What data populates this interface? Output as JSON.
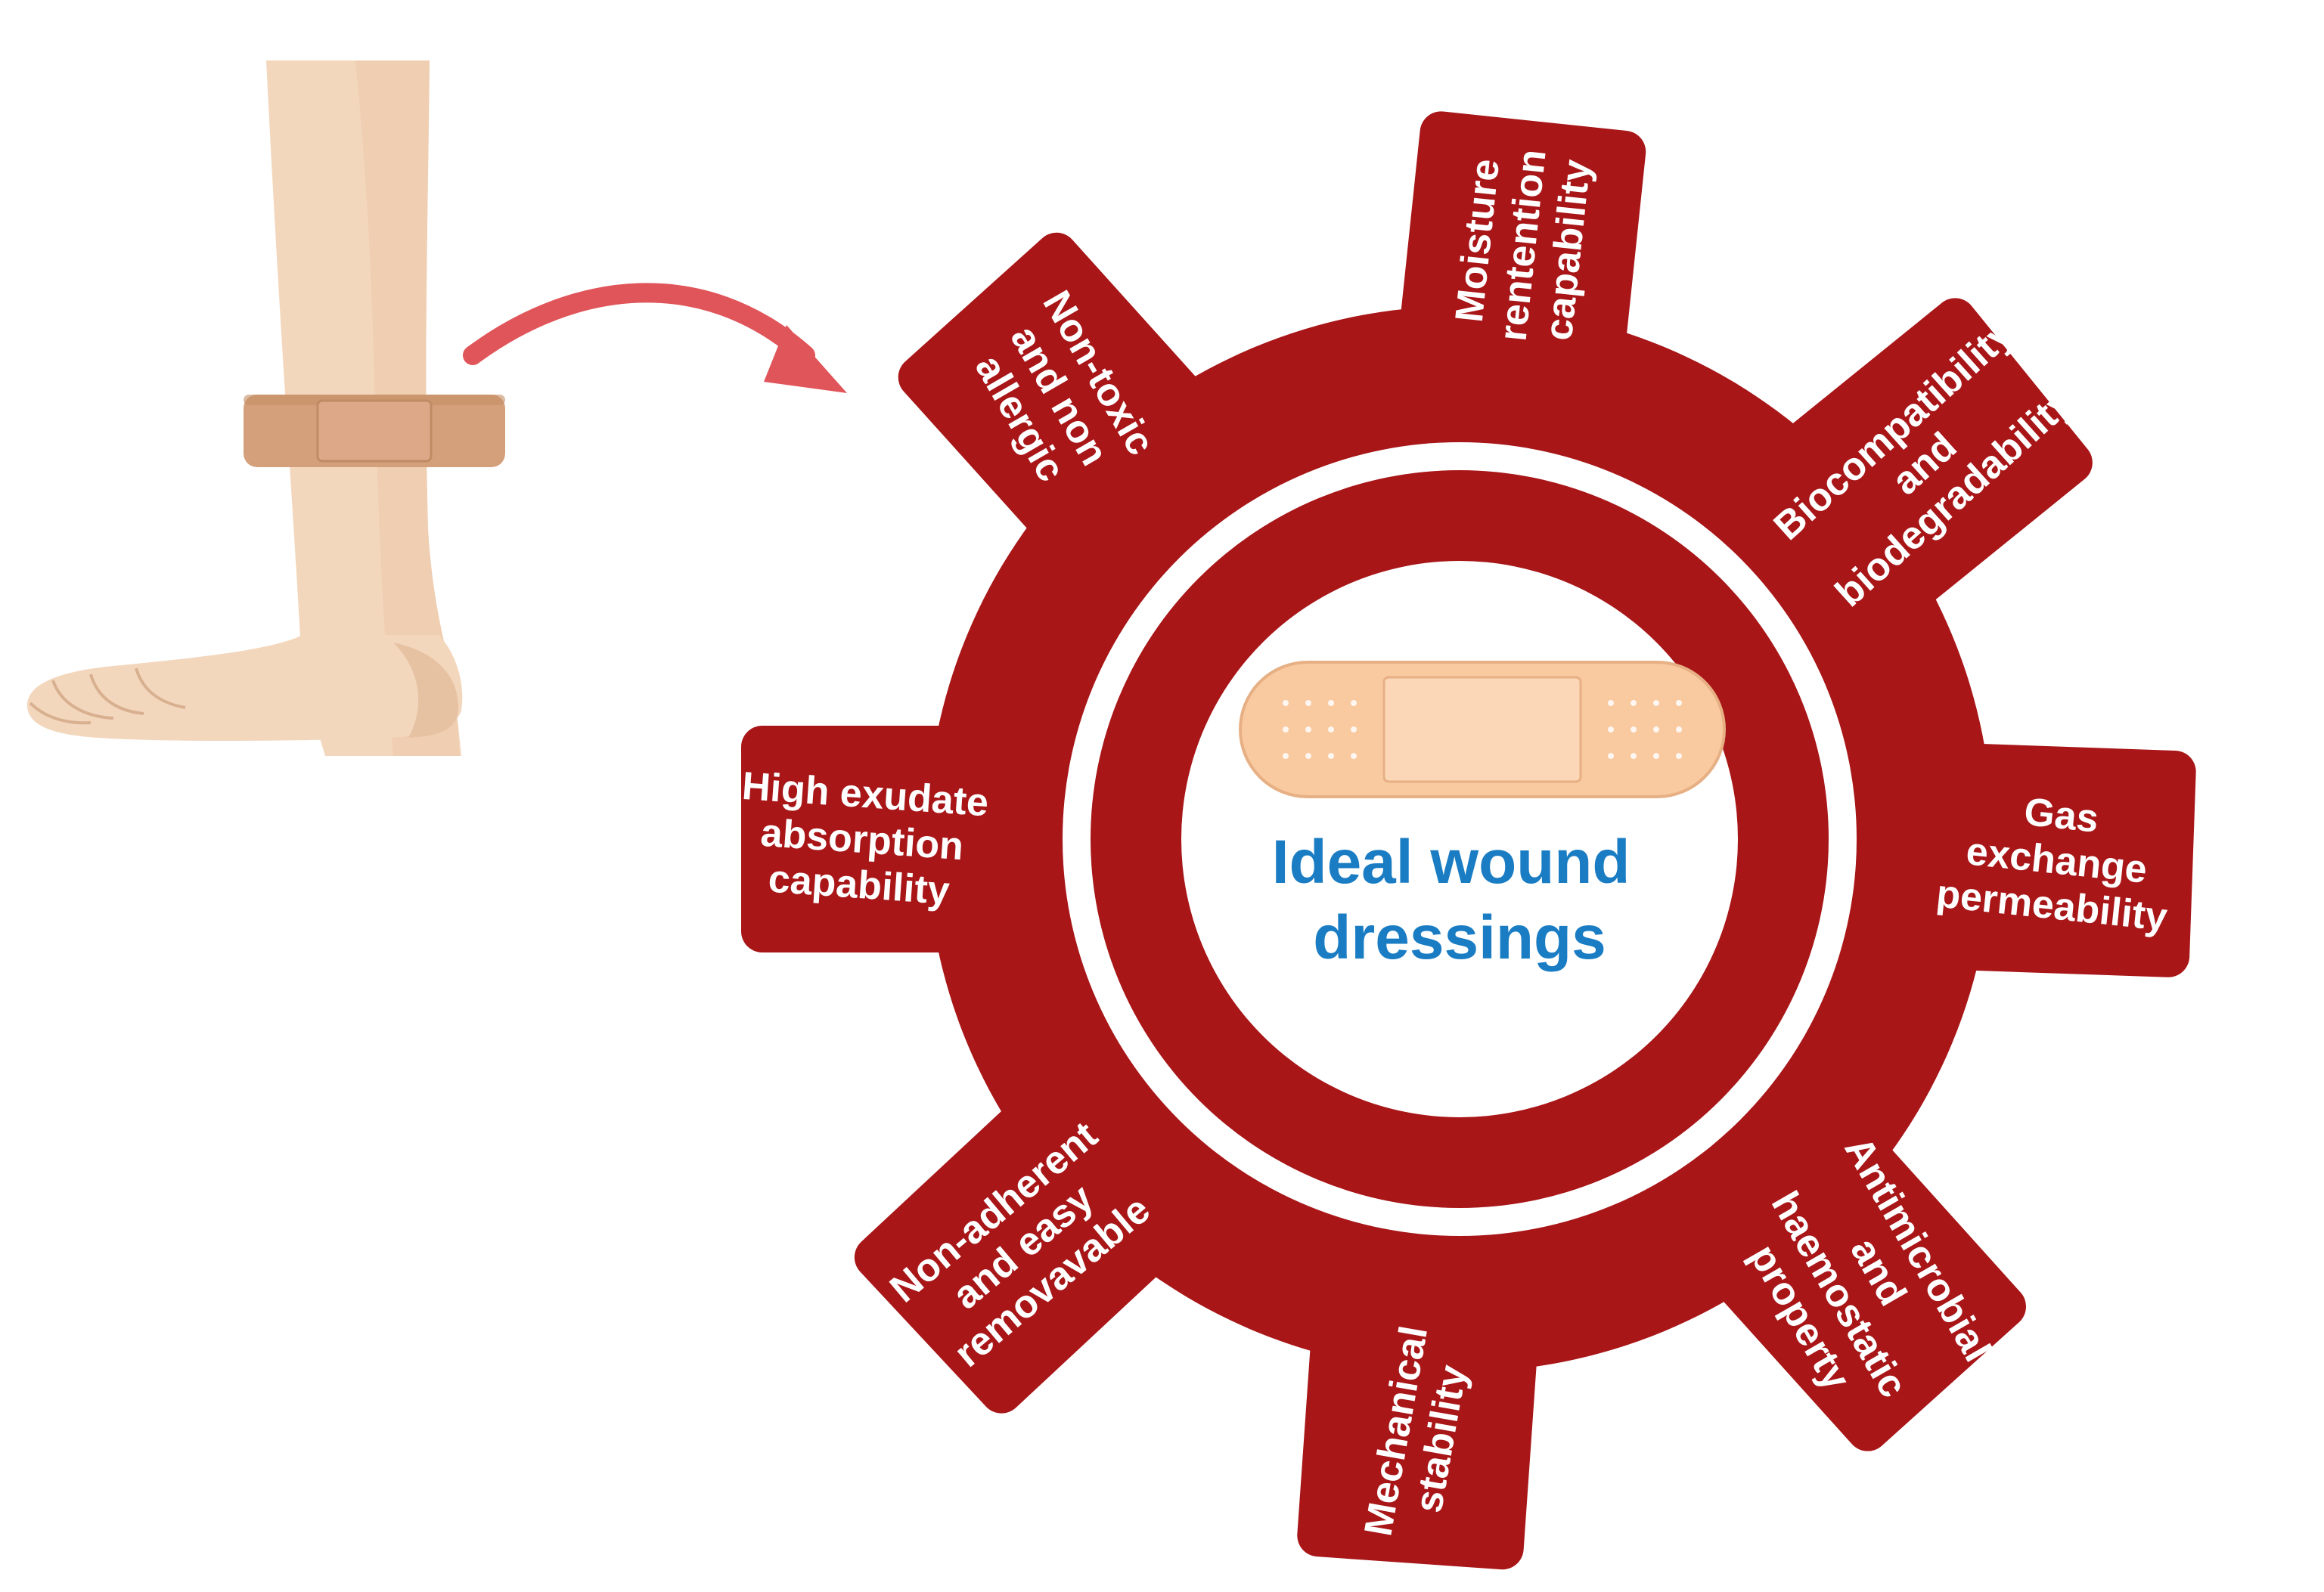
{
  "center": {
    "title_lines": [
      "Ideal wound",
      "dressings"
    ],
    "title_color": "#1a7dc4"
  },
  "properties": [
    {
      "lines": [
        "Moisture",
        "rentention",
        "capability"
      ]
    },
    {
      "lines": [
        "Biocompatibility",
        "and",
        "biodegradability"
      ]
    },
    {
      "lines": [
        "Gas",
        "exchange",
        "permeability"
      ]
    },
    {
      "lines": [
        "Antimicrobial",
        "and",
        "haemostatic",
        "property"
      ]
    },
    {
      "lines": [
        "Mechanical",
        "stability"
      ]
    },
    {
      "lines": [
        "Non-adherent",
        "and easy",
        "removavable"
      ]
    },
    {
      "lines": [
        "High  exudate",
        "absorption",
        "capability"
      ]
    },
    {
      "lines": [
        "Non-toxic",
        "and non",
        "allergic"
      ]
    }
  ],
  "colors": {
    "gear": "#a81618",
    "inner_ring": "#ffffff",
    "label": "#ffffff",
    "arrow": "#e0555a",
    "skin": "#f2d4b8",
    "skin_shadow": "#e3bc9c",
    "bandage": "#d9a07a",
    "plaster": "#f9c9a0"
  },
  "icons": {
    "leg": "leg-with-bandage-icon",
    "arrow": "curved-arrow-icon",
    "plaster": "adhesive-bandage-icon"
  }
}
